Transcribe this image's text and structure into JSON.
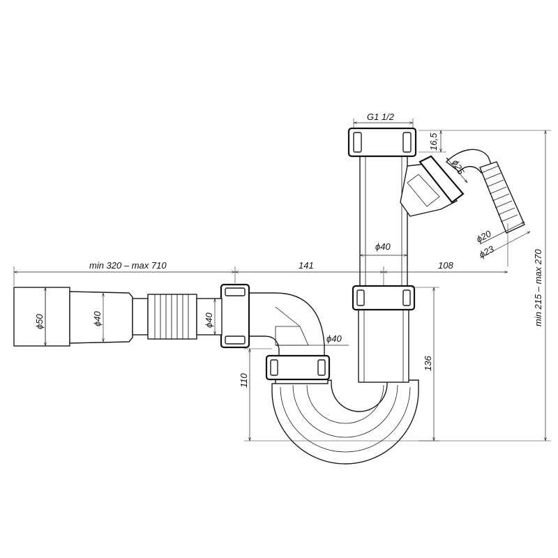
{
  "drawing": {
    "labels": {
      "thread": "G1 1/2",
      "dim_16_5": "16,5",
      "dia_25": "ϕ25",
      "dia_40_vertical": "ϕ40",
      "dia_20": "ϕ20",
      "dia_23": "ϕ23",
      "len_min_max": "min 320 – max 710",
      "len_141": "141",
      "len_108": "108",
      "height_range": "min 215 – max 270",
      "dia_50": "ϕ50",
      "dia_40_left": "ϕ40",
      "dia_40_mid": "ϕ40",
      "dia_40_bend": "ϕ40",
      "height_110": "110",
      "height_136": "136"
    }
  }
}
